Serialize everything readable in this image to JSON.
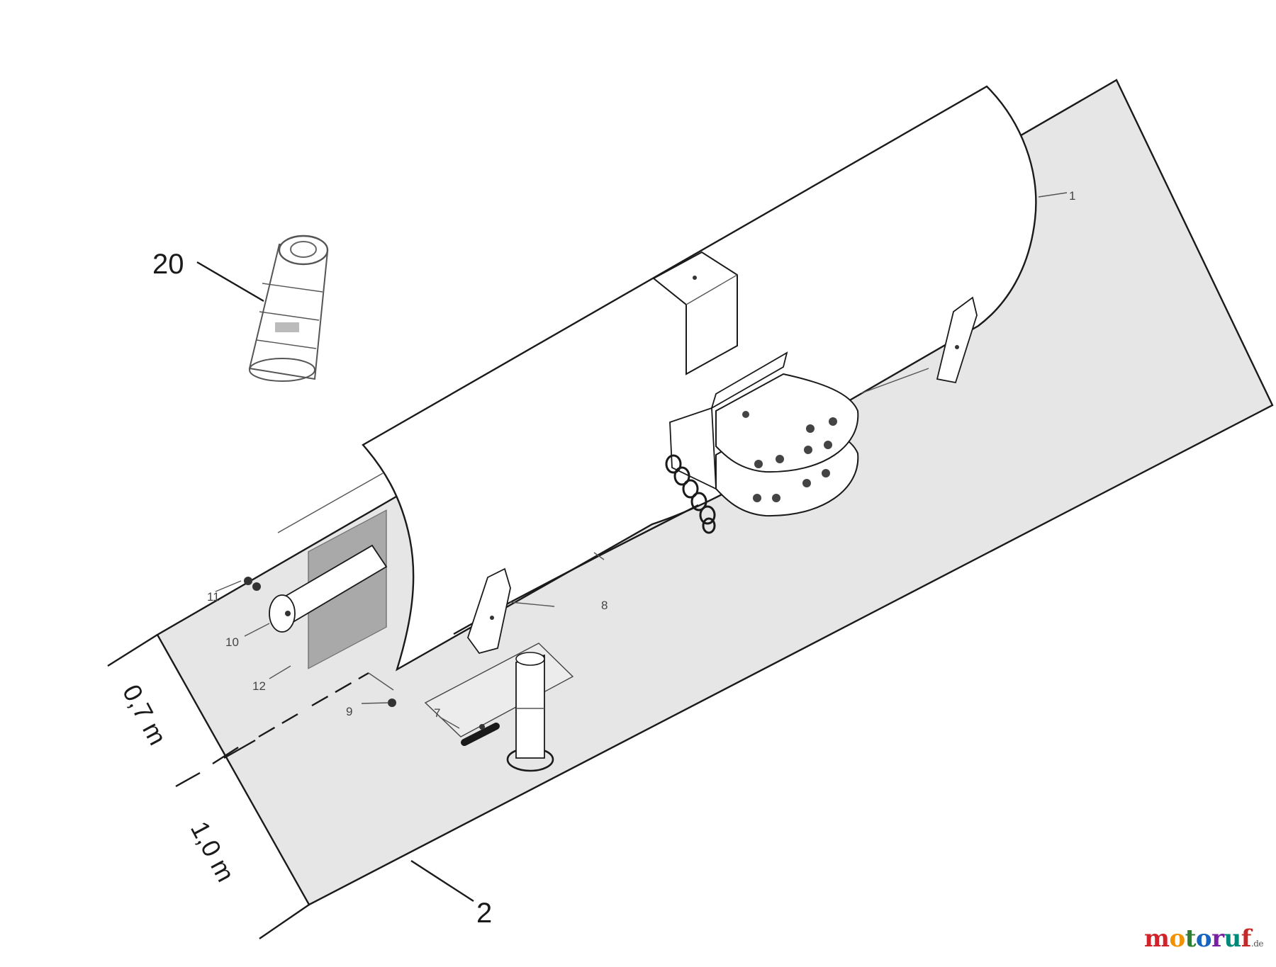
{
  "callouts": {
    "p1": "1",
    "p2": "2",
    "p7": "7",
    "p8": "8",
    "p9": "9",
    "p10": "10",
    "p11": "11",
    "p12": "12",
    "p20": "20"
  },
  "dimensions": {
    "upper": "0,7 m",
    "lower": "1,0 m"
  },
  "watermark": {
    "text": "motoruf",
    "suffix": ".de",
    "colors": [
      "#d2232a",
      "#f39200",
      "#2e7d32",
      "#1565c0",
      "#7b1fa2",
      "#00897b",
      "#c62828"
    ]
  },
  "colors": {
    "base_plate": "#e6e6e6",
    "chute": "#ffffff",
    "outline": "#1a1a1a",
    "grate": "#9a9a9a"
  }
}
